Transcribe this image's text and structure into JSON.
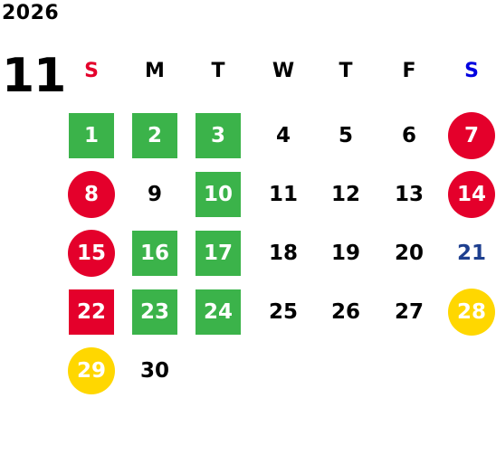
{
  "year": "2026",
  "month": "11",
  "weekdays": [
    "S",
    "M",
    "T",
    "W",
    "T",
    "F",
    "S"
  ],
  "weekday_colors": [
    "#e4002b",
    "#000000",
    "#000000",
    "#000000",
    "#000000",
    "#000000",
    "#0000e0"
  ],
  "days": [
    "1",
    "2",
    "3",
    "4",
    "5",
    "6",
    "7",
    "8",
    "9",
    "10",
    "11",
    "12",
    "13",
    "14",
    "15",
    "16",
    "17",
    "18",
    "19",
    "20",
    "21",
    "22",
    "23",
    "24",
    "25",
    "26",
    "27",
    "28",
    "29",
    "30"
  ],
  "colors": {
    "green": "#3bb34a",
    "red": "#e4002b",
    "yellow": "#ffd700",
    "blue_text": "#1e3f8f"
  }
}
